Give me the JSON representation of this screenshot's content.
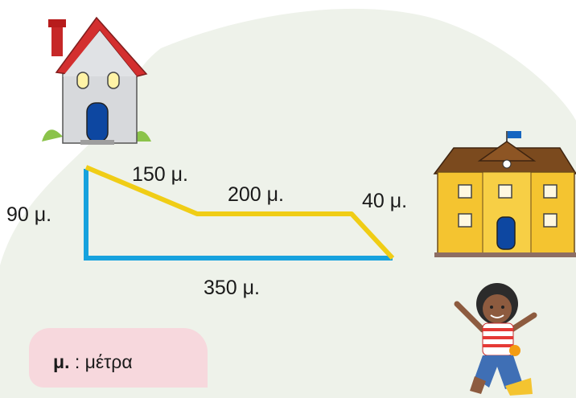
{
  "labels": {
    "left_side": "90 μ.",
    "segment_1": "150 μ.",
    "segment_2": "200 μ.",
    "segment_3": "40 μ.",
    "bottom_side": "350 μ."
  },
  "legend": {
    "abbr": "μ.",
    "meaning": " : μέτρα"
  },
  "colors": {
    "background_blob": "#eef2ea",
    "direct_path": "#16a2de",
    "walking_path": "#f0cd16",
    "legend_box": "#f7d8dd"
  },
  "icons": [
    "house-icon",
    "school-icon",
    "child-icon"
  ]
}
